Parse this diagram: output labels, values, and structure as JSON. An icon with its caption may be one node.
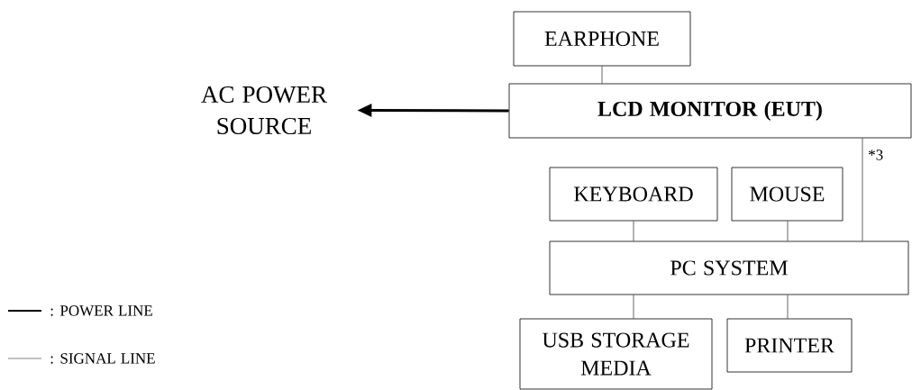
{
  "diagram": {
    "nodes": [
      {
        "text": [
          "AC POWER SOURCE"
        ]
      },
      {
        "text": [
          "EARPHONE"
        ]
      },
      {
        "text": [
          "**LCD MONITOR (EUT)**"
        ]
      },
      {
        "text": [
          "KEYBOARD"
        ]
      },
      {
        "text": [
          "MOUSE"
        ]
      },
      {
        "text": [
          "PC SYSTEM"
        ]
      },
      {
        "text": [
          "USB STORAGE MEDIA"
        ]
      },
      {
        "text": [
          "PRINTER"
        ]
      }
    ],
    "edges": [
      {
        "from": 2,
        "to": 0,
        "arrow": "to",
        "style": "thick"
      },
      {
        "from": 1,
        "to": 2,
        "arrow": "none"
      },
      {
        "from": 2,
        "to": 5,
        "arrow": "none",
        "label": "*3"
      },
      {
        "from": 3,
        "to": 5,
        "arrow": "none"
      },
      {
        "from": 4,
        "to": 5,
        "arrow": "none"
      },
      {
        "from": 5,
        "to": 6,
        "arrow": "none"
      },
      {
        "from": 5,
        "to": 7,
        "arrow": "none"
      }
    ],
    "legend": [
      {
        "text": ": POWER LINE"
      },
      {
        "text": ": SIGNAL LINE"
      }
    ]
  }
}
